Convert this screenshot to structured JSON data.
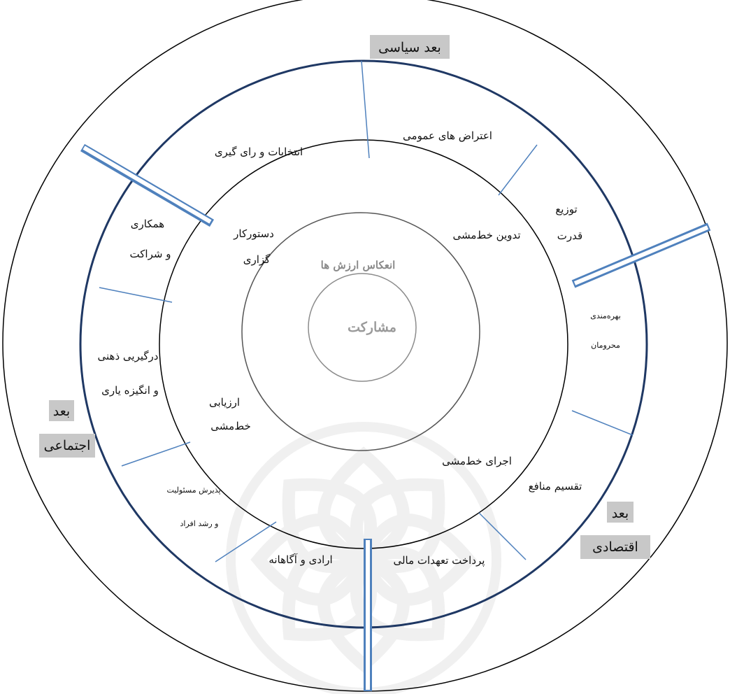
{
  "center": {
    "label": "مشارکت"
  },
  "values_ring": {
    "label": "انعکاس ارزش ها"
  },
  "policy_cycle": {
    "agenda_line1": "دستورکار",
    "agenda_line2": "گزاری",
    "formulation": "تدوین خط‌مشی",
    "implementation": "اجرای خط‌مشی",
    "evaluation_line1": "ارزیابی",
    "evaluation_line2": "خط‌مشی"
  },
  "segments": {
    "public_protests": "اعتراض های عمومی",
    "elections": "انتخابات و رای گیری",
    "power_distribution_line1": "توزیع",
    "power_distribution_line2": "قدرت",
    "deprived_benefit_line1": "بهره‌مندی",
    "deprived_benefit_line2": "محرومان",
    "interest_division": "تقسیم منافع",
    "financial_obligations": "پرداخت تعهدات مالی",
    "voluntary_conscious": "ارادی و آگاهانه",
    "responsibility_line1": "پذیرش مسئولیت",
    "responsibility_line2": "و رشد افراد",
    "engagement_line1": "درگیریی ذهنی",
    "engagement_line2": "و انگیزه یاری",
    "cooperation_line1": "همکاری",
    "cooperation_line2": "و شراکت"
  },
  "dimensions": {
    "political": "بعد سیاسی",
    "social_line1": "بعد",
    "social_line2": "اجتماعی",
    "economic_line1": "بعد",
    "economic_line2": "اقتصادی"
  },
  "colors": {
    "ring_stroke": "#000000",
    "segment_ring_stroke": "#1f3864",
    "divider": "#4f81bd",
    "separator_fill": "#ffffff",
    "label_highlight": "#c8c8c8",
    "inner_circle": "#8c8c8c",
    "watermark": "#e9e9e9"
  }
}
